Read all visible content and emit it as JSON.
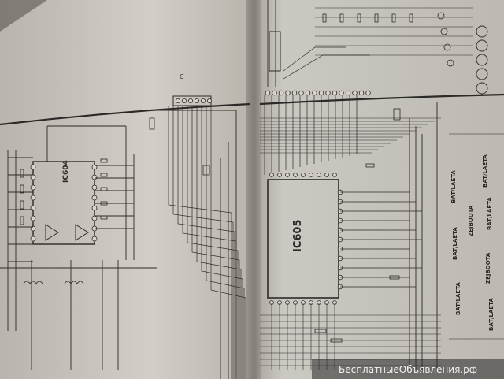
{
  "labels": {
    "ic_main": "IC605",
    "ic_left": "IC604",
    "tag_left": "C",
    "vertical_left": [
      "BAT/LAETA",
      "BAT/LAETA",
      "BAT/LAETA"
    ],
    "vertical_right": [
      "BAT/LAETA",
      "BAT/LAETA",
      "ZEJBOOTA",
      "ZEJBOOTA",
      "BAT/LAETA"
    ]
  },
  "watermark": {
    "text": "БесплатныеОбъявления.рф"
  },
  "colors": {
    "paper_left": "#cfcbc4",
    "paper_right": "#c9c6c0",
    "ink": "#2c2a28",
    "background": "#3a3836"
  }
}
